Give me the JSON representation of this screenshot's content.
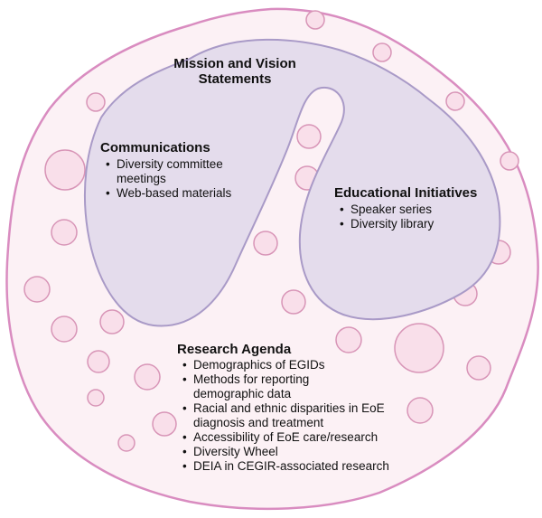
{
  "mission": {
    "title_line1": "Mission and Vision",
    "title_line2": "Statements"
  },
  "communications": {
    "title": "Communications",
    "items": [
      "Diversity committee meetings",
      "Web-based materials"
    ]
  },
  "educational": {
    "title": "Educational Initiatives",
    "items": [
      "Speaker series",
      "Diversity library"
    ]
  },
  "research": {
    "title": "Research Agenda",
    "items": [
      "Demographics of EGIDs",
      "Methods for reporting demographic data",
      "Racial and ethnic disparities in EoE diagnosis and treatment",
      "Accessibility of EoE care/research",
      "Diversity Wheel",
      "DEIA in CEGIR-associated research"
    ]
  },
  "colors": {
    "cell_fill": "#fcf1f5",
    "cell_stroke": "#d98cc0",
    "nucleus_fill": "#e4dcec",
    "nucleus_stroke": "#a99ac7",
    "granule_fill": "#f9dfea",
    "granule_stroke": "#d895b7"
  }
}
